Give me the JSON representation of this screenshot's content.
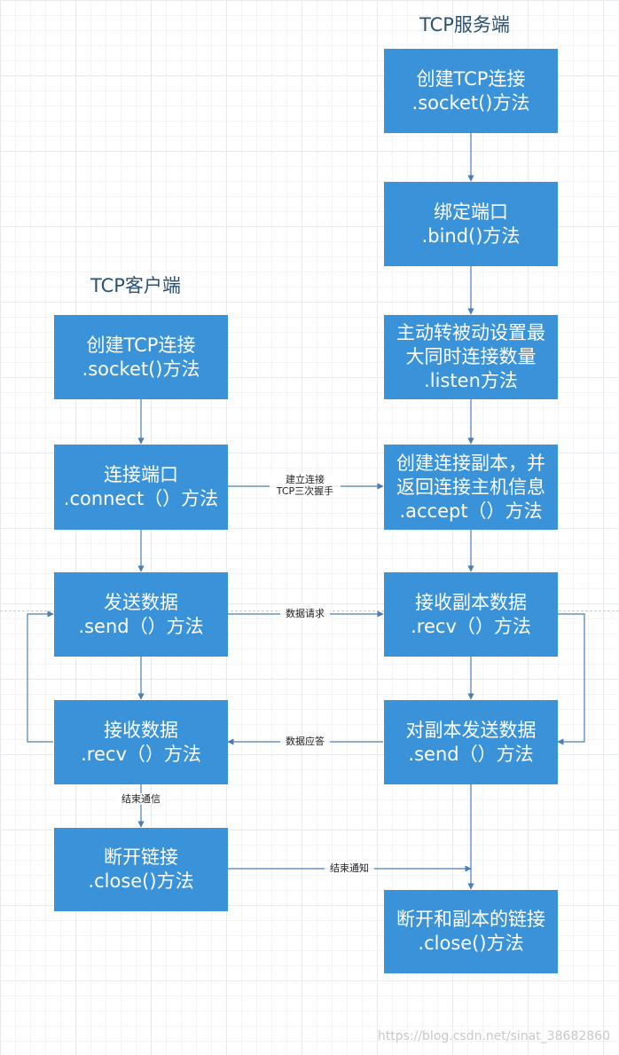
{
  "server": {
    "title": "TCP服务端",
    "boxes": [
      {
        "line1": "创建TCP连接",
        "line2": ".socket()方法",
        "line3": ""
      },
      {
        "line1": "绑定端口",
        "line2": ".bind()方法",
        "line3": ""
      },
      {
        "line1": "主动转被动设置最",
        "line2": "大同时连接数量",
        "line3": ".listen方法"
      },
      {
        "line1": "创建连接副本，并",
        "line2": "返回连接主机信息",
        "line3": ".accept（）方法"
      },
      {
        "line1": "接收副本数据",
        "line2": ".recv（）方法",
        "line3": ""
      },
      {
        "line1": "对副本发送数据",
        "line2": ".send（）方法",
        "line3": ""
      },
      {
        "line1": "断开和副本的链接",
        "line2": ".close()方法",
        "line3": ""
      }
    ]
  },
  "client": {
    "title": "TCP客户端",
    "boxes": [
      {
        "line1": "创建TCP连接",
        "line2": ".socket()方法"
      },
      {
        "line1": "连接端口",
        "line2": ".connect（）方法"
      },
      {
        "line1": "发送数据",
        "line2": ".send（）方法"
      },
      {
        "line1": "接收数据",
        "line2": ".recv（）方法"
      },
      {
        "line1": "断开链接",
        "line2": ".close()方法"
      }
    ]
  },
  "edge_labels": {
    "connect_1": "建立连接",
    "connect_2": "TCP三次握手",
    "request": "数据请求",
    "response": "数据应答",
    "end_comm": "结束通信",
    "end_notify": "结束通知"
  },
  "watermark": "https://blog.csdn.net/sinat_38682860",
  "colors": {
    "box": "#3a93d8",
    "arrow": "#4a7eb5",
    "title": "#2b5173"
  }
}
